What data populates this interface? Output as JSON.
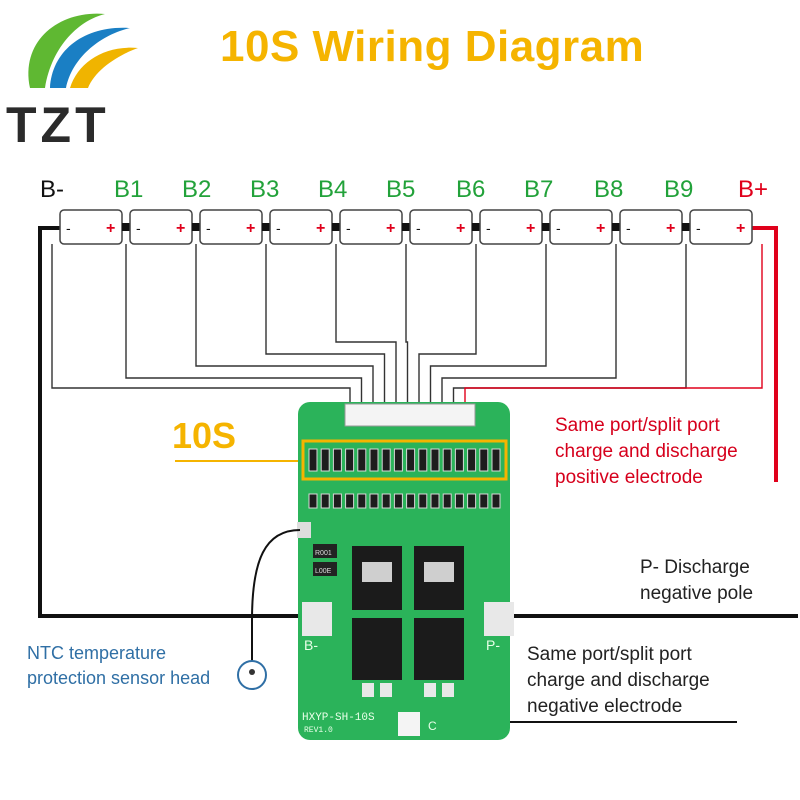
{
  "title": "10S Wiring Diagram",
  "logo": {
    "text": "TZT",
    "colors": {
      "green": "#5fb832",
      "blue": "#1a7fc4",
      "yellow": "#f0b400"
    }
  },
  "nodes": [
    "B-",
    "B1",
    "B2",
    "B3",
    "B4",
    "B5",
    "B6",
    "B7",
    "B8",
    "B9",
    "B+"
  ],
  "node_colors": {
    "negative": "#111111",
    "tap": "#22a23a",
    "positive": "#e0001b"
  },
  "cell_terminals": {
    "negative": "-",
    "positive": "+"
  },
  "series_label": "10S",
  "board": {
    "model": "HXYP-SH-10S",
    "revision": "REV1.0",
    "pad_b_minus": "B-",
    "pad_p_minus": "P-",
    "pad_c": "C",
    "res_1": "R001",
    "res_2": "L00E"
  },
  "notes": {
    "positive": [
      "Same port/split port",
      "charge and discharge",
      "positive electrode"
    ],
    "p_minus": [
      "P- Discharge",
      "negative pole"
    ],
    "negative": [
      "Same port/split port",
      "charge and discharge",
      "negative electrode"
    ],
    "ntc": [
      "NTC temperature",
      "protection sensor head"
    ]
  },
  "colors": {
    "title": "#f5b400",
    "wire_positive": "#e0001b",
    "wire_negative": "#111111",
    "pcb": "#2bb35a",
    "highlight": "#f5b400",
    "ntc_text": "#2f6fa5"
  }
}
